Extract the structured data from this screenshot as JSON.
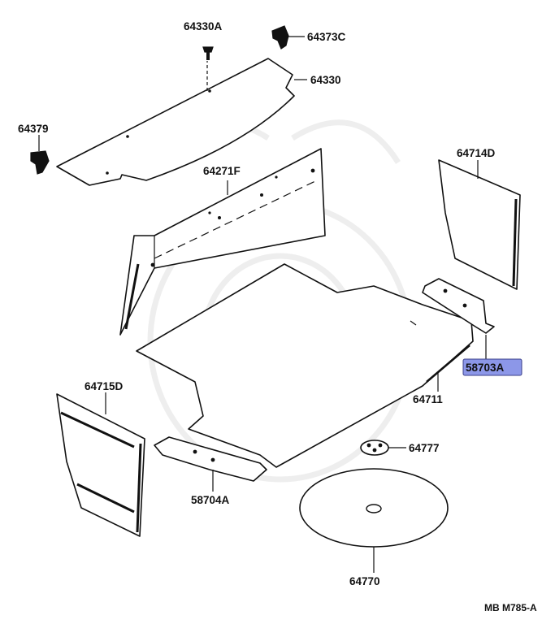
{
  "labels": {
    "p64330A": "64330A",
    "p64373C": "64373C",
    "p64330": "64330",
    "p64379": "64379",
    "p64271F": "64271F",
    "p64714D": "64714D",
    "p58703A": "58703A",
    "p64711": "64711",
    "p64715D": "64715D",
    "p64777": "64777",
    "p58704A": "58704A",
    "p64770": "64770"
  },
  "highlight_color": "#8c97e8",
  "diagram_code": "MB M785-A"
}
